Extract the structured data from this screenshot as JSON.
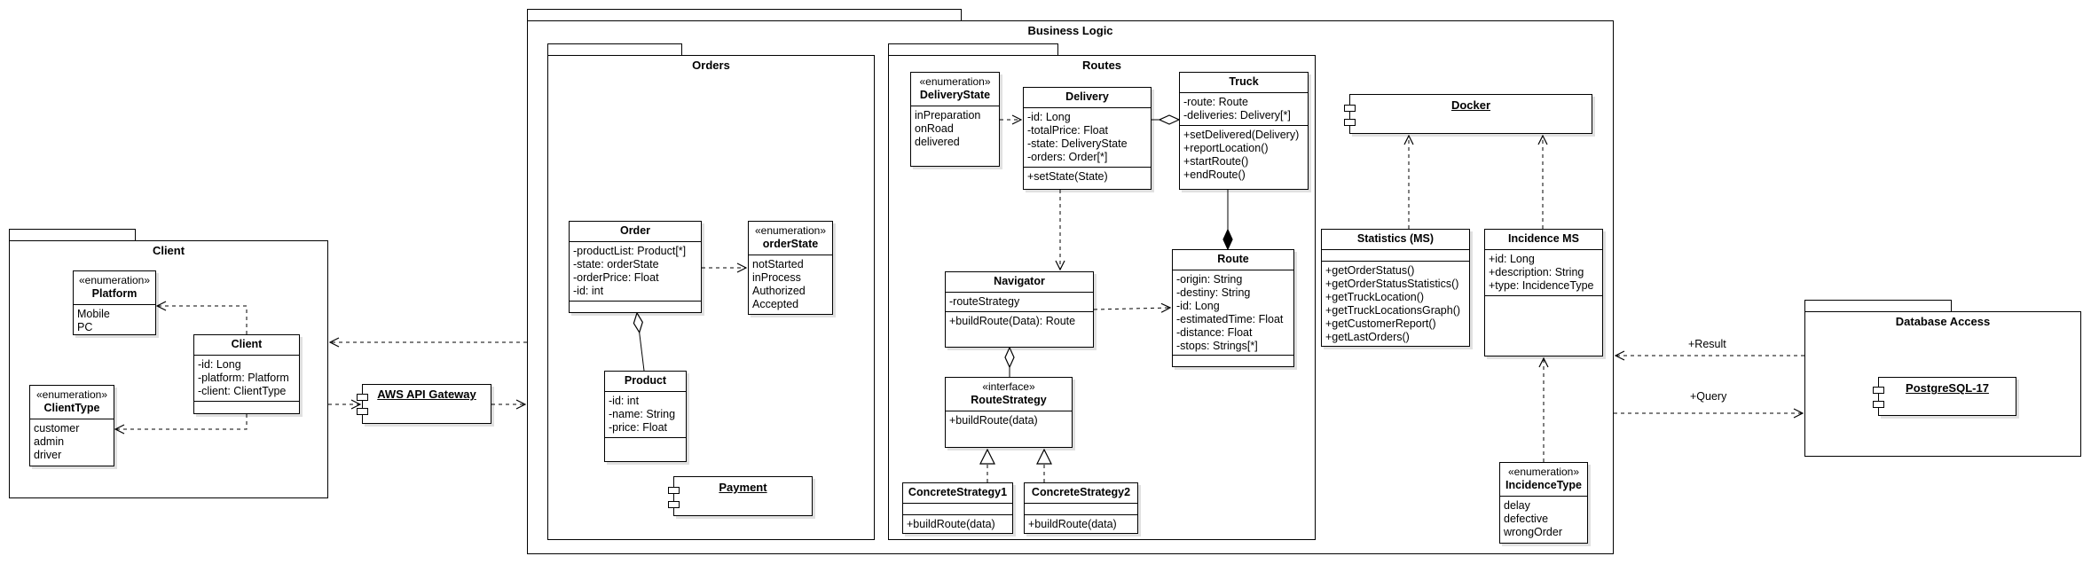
{
  "packages": {
    "client": {
      "title": "Client"
    },
    "business_logic": {
      "title": "Business Logic"
    },
    "orders": {
      "title": "Orders"
    },
    "routes": {
      "title": "Routes"
    },
    "database_access": {
      "title": "Database Access"
    }
  },
  "classes": {
    "platform": {
      "stereotype": "«enumeration»",
      "name": "Platform",
      "values": [
        "Mobile",
        "PC"
      ]
    },
    "client": {
      "name": "Client",
      "attributes": [
        "-id: Long",
        "-platform: Platform",
        "-client: ClientType"
      ]
    },
    "client_type": {
      "stereotype": "«enumeration»",
      "name": "ClientType",
      "values": [
        "customer",
        "admin",
        "driver"
      ]
    },
    "order": {
      "name": "Order",
      "attributes": [
        "-productList: Product[*]",
        "-state: orderState",
        "-orderPrice: Float",
        "-id: int"
      ]
    },
    "order_state": {
      "stereotype": "«enumeration»",
      "name": "orderState",
      "values": [
        "notStarted",
        "inProcess",
        "Authorized",
        "Accepted"
      ]
    },
    "product": {
      "name": "Product",
      "attributes": [
        "-id: int",
        "-name: String",
        "-price: Float"
      ]
    },
    "delivery_state": {
      "stereotype": "«enumeration»",
      "name": "DeliveryState",
      "values": [
        "inPreparation",
        "onRoad",
        "delivered"
      ]
    },
    "delivery": {
      "name": "Delivery",
      "attributes": [
        "-id: Long",
        "-totalPrice: Float",
        "-state: DeliveryState",
        "-orders: Order[*]"
      ],
      "operations": [
        "+setState(State)"
      ]
    },
    "truck": {
      "name": "Truck",
      "attributes": [
        "-route: Route",
        "-deliveries: Delivery[*]"
      ],
      "operations": [
        "+setDelivered(Delivery)",
        "+reportLocation()",
        "+startRoute()",
        "+endRoute()"
      ]
    },
    "navigator": {
      "name": "Navigator",
      "attributes": [
        "-routeStrategy"
      ],
      "operations": [
        "+buildRoute(Data): Route"
      ]
    },
    "route": {
      "name": "Route",
      "attributes": [
        "-origin: String",
        "-destiny: String",
        "-id: Long",
        "-estimatedTime: Float",
        "-distance: Float",
        "-stops: Strings[*]"
      ]
    },
    "route_strategy": {
      "stereotype": "«interface»",
      "name": "RouteStrategy",
      "operations": [
        "+buildRoute(data)"
      ]
    },
    "concrete_strategy1": {
      "name": "ConcreteStrategy1",
      "operations": [
        "+buildRoute(data)"
      ]
    },
    "concrete_strategy2": {
      "name": "ConcreteStrategy2",
      "operations": [
        "+buildRoute(data)"
      ]
    },
    "statistics": {
      "name": "Statistics (MS)",
      "operations": [
        "+getOrderStatus()",
        "+getOrderStatusStatistics()",
        "+getTruckLocation()",
        "+getTruckLocationsGraph()",
        "+getCustomerReport()",
        "+getLastOrders()"
      ]
    },
    "incidence_ms": {
      "name": "Incidence MS",
      "attributes": [
        "+id: Long",
        "+description: String",
        "+type: IncidenceType"
      ]
    },
    "incidence_type": {
      "stereotype": "«enumeration»",
      "name": "IncidenceType",
      "values": [
        "delay",
        "defective",
        "wrongOrder"
      ]
    }
  },
  "components": {
    "aws_api_gateway": "AWS API Gateway",
    "payment": "Payment",
    "docker": "Docker",
    "postgresql": "PostgreSQL-17"
  },
  "connector_labels": {
    "result": "+Result",
    "query": "+Query"
  }
}
